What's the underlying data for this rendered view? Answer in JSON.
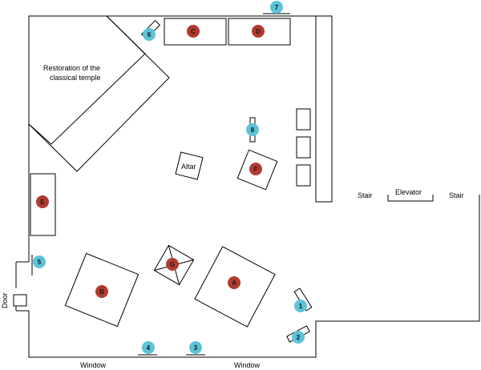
{
  "labels": {
    "temple_line1": "Restoration of the",
    "temple_line2": "classical temple",
    "altar": "Altar",
    "stair_left": "Stair",
    "elevator": "Elevator",
    "stair_right": "Stair",
    "door": "Door",
    "window_left": "Window",
    "window_right": "Window"
  },
  "red_markers": [
    "A",
    "B",
    "C",
    "D",
    "E",
    "F",
    "G"
  ],
  "blue_markers": [
    "1",
    "2",
    "3",
    "4",
    "5",
    "6",
    "7",
    "8"
  ],
  "colors": {
    "red_marker": "#b23a2e",
    "blue_marker": "#5cc3d8",
    "wall": "#000000",
    "background": "#ffffff"
  }
}
